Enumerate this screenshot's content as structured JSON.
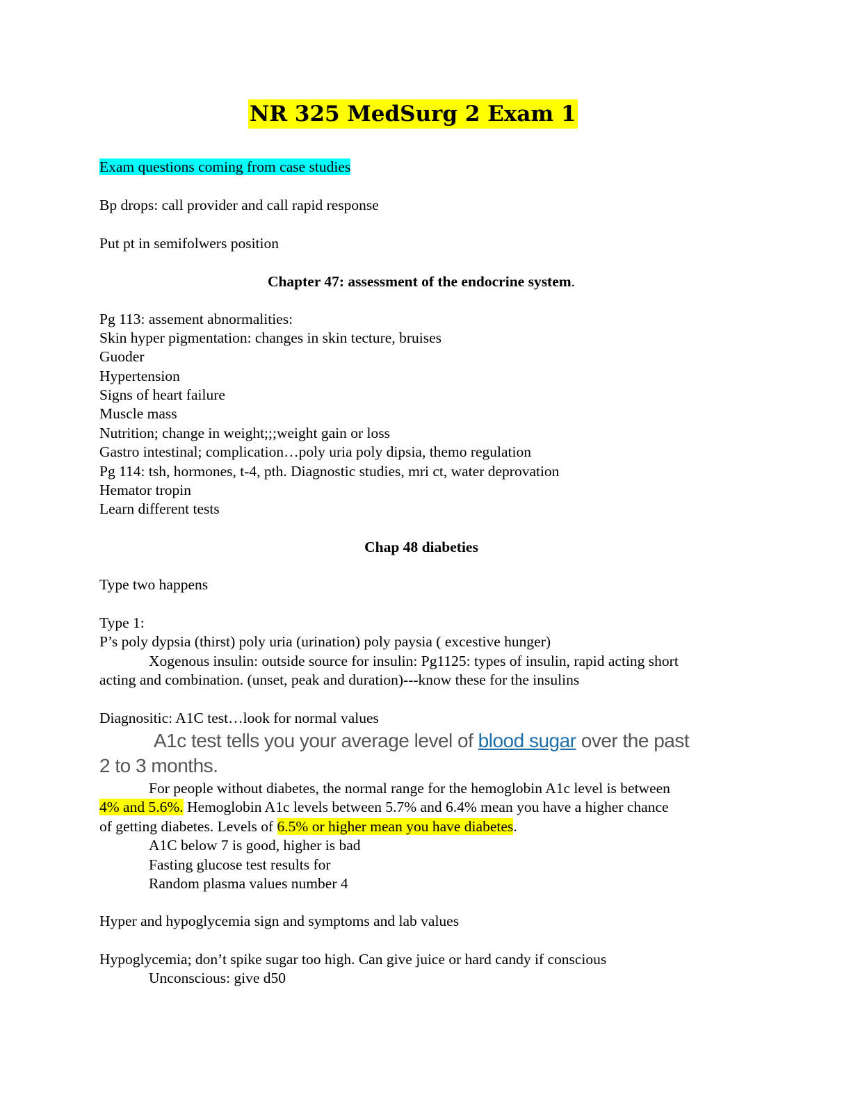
{
  "title": "NR 325 MedSurg 2 Exam 1",
  "intro": {
    "exam_questions": "Exam questions coming from case studies",
    "bp_drops": "Bp drops: call provider and call rapid response",
    "position": "Put pt in semifolwers position"
  },
  "chapter47": {
    "heading": "Chapter 47: assessment of the endocrine system",
    "heading_period": ".",
    "lines": [
      "Pg 113: assement abnormalities:",
      "Skin hyper pigmentation: changes in skin tecture, bruises",
      "Guoder",
      "Hypertension",
      "Signs of heart failure",
      "Muscle mass",
      "Nutrition; change in weight;;;weight gain or loss",
      "Gastro intestinal; complication…poly uria poly dipsia, themo regulation",
      "Pg 114: tsh, hormones, t-4, pth. Diagnostic studies, mri ct, water deprovation",
      "Hemator tropin",
      "Learn different tests"
    ]
  },
  "chapter48": {
    "heading": "Chap 48 diabeties",
    "type_two": "Type two happens",
    "type_one": "Type 1:",
    "ps": "P’s poly dypsia (thirst) poly uria (urination) poly paysia ( excestive hunger)",
    "xogenous_1": "Xogenous insulin: outside source for insulin:  Pg1125: types of insulin, rapid acting short",
    "xogenous_2": "acting and combination.  (unset, peak and duration)---know these for the insulins",
    "diagnostic": "Diagnositic: A1C test…look for normal values",
    "a1c_pre": "A1c test tells you your average level of ",
    "a1c_link": "blood sugar",
    "a1c_post": " over the past",
    "a1c_line2": "2 to 3 months.",
    "people_1": "For people without diabetes, the normal range for the hemoglobin A1c level is between",
    "people_2_hl": "4% and 5.6%.",
    "people_2_rest": " Hemoglobin A1c levels between 5.7% and 6.4% mean you have a higher chance",
    "people_3_pre": "of getting diabetes. Levels of ",
    "people_3_hl": "6.5% or higher mean you have diabetes",
    "people_3_post": ".",
    "a1c_below": "A1C below 7 is good, higher is bad",
    "fasting": "Fasting glucose test results for",
    "random": "Random plasma values number 4",
    "hyper_hypo": "Hyper and hypoglycemia sign and symptoms and lab values",
    "hypoglycemia": "Hypoglycemia; don’t spike sugar too high. Can give juice or hard candy if conscious",
    "unconscious": "Unconscious: give d50"
  }
}
